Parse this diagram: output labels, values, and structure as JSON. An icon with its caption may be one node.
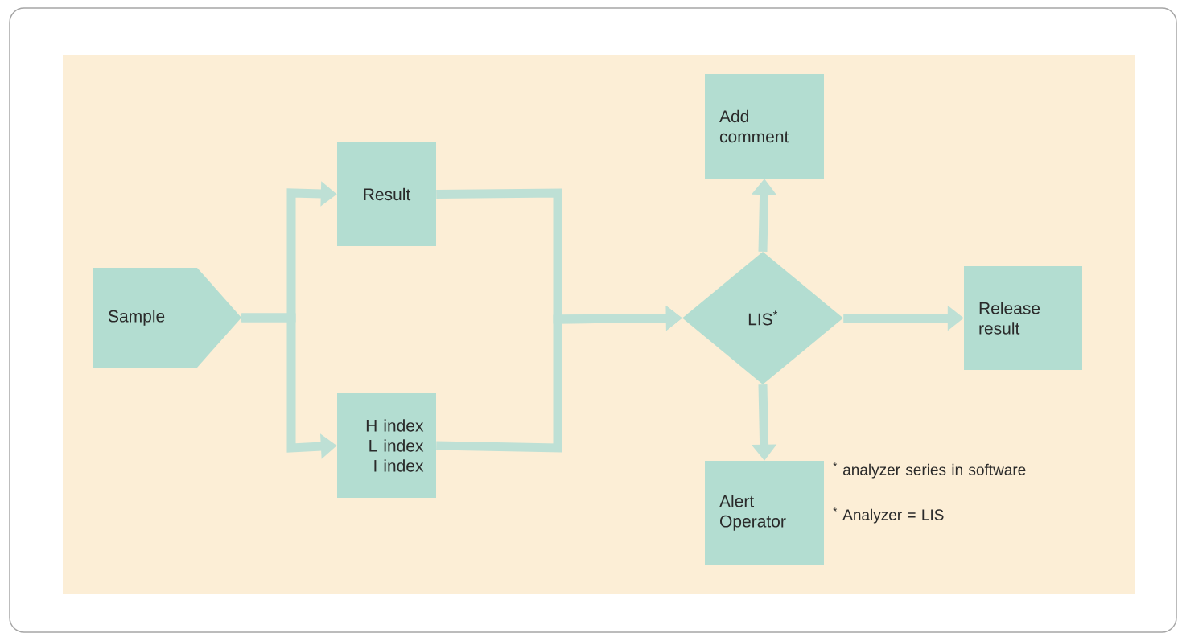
{
  "diagram": {
    "nodes": [
      {
        "text": [
          "Sample"
        ]
      },
      {
        "text": [
          "Result"
        ]
      },
      {
        "text": [
          "H index L index I index"
        ]
      },
      {
        "text": [
          "LIS$^{*}$"
        ]
      },
      {
        "text": [
          "Add comment"
        ]
      },
      {
        "text": [
          "Release result"
        ]
      },
      {
        "text": [
          "Alert Operator"
        ]
      }
    ],
    "edges": [
      {
        "from": 0,
        "to": 1,
        "arrow": "to"
      },
      {
        "from": 0,
        "to": 2,
        "arrow": "to"
      },
      {
        "from": 1,
        "to": 3,
        "arrow": "to"
      },
      {
        "from": 2,
        "to": 3,
        "arrow": "to"
      },
      {
        "from": 3,
        "to": 4,
        "arrow": "to"
      },
      {
        "from": 3,
        "to": 5,
        "arrow": "to"
      },
      {
        "from": 3,
        "to": 6,
        "arrow": "to"
      }
    ],
    "labels": [
      "$^{*}$ analyzer series in software",
      "$^{*}$ Analyzer = LIS"
    ]
  }
}
